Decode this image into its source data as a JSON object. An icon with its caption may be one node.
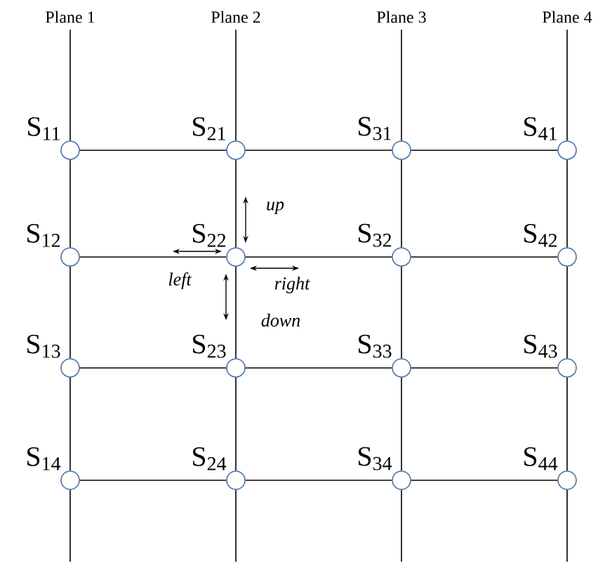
{
  "diagram": {
    "nodes": [
      {
        "text": [
          "Plane 1"
        ]
      },
      {
        "text": [
          "Plane 2"
        ]
      },
      {
        "text": [
          "Plane 3"
        ]
      },
      {
        "text": [
          "Plane 4"
        ]
      },
      {
        "text": [],
        "shape": "circle",
        "beside": [
          "S$_{11}$"
        ]
      },
      {
        "text": [],
        "shape": "circle",
        "beside": [
          "S$_{21}$"
        ]
      },
      {
        "text": [],
        "shape": "circle",
        "beside": [
          "S$_{31}$"
        ]
      },
      {
        "text": [],
        "shape": "circle",
        "beside": [
          "S$_{41}$"
        ]
      },
      {
        "text": [],
        "shape": "circle",
        "beside": [
          "S$_{12}$"
        ]
      },
      {
        "text": [],
        "shape": "circle",
        "beside": [
          "S$_{22}$"
        ]
      },
      {
        "text": [],
        "shape": "circle",
        "beside": [
          "S$_{32}$"
        ]
      },
      {
        "text": [],
        "shape": "circle",
        "beside": [
          "S$_{42}$"
        ]
      },
      {
        "text": [],
        "shape": "circle",
        "beside": [
          "S$_{13}$"
        ]
      },
      {
        "text": [],
        "shape": "circle",
        "beside": [
          "S$_{23}$"
        ]
      },
      {
        "text": [],
        "shape": "circle",
        "beside": [
          "S$_{33}$"
        ]
      },
      {
        "text": [],
        "shape": "circle",
        "beside": [
          "S$_{43}$"
        ]
      },
      {
        "text": [],
        "shape": "circle",
        "beside": [
          "S$_{14}$"
        ]
      },
      {
        "text": [],
        "shape": "circle",
        "beside": [
          "S$_{24}$"
        ]
      },
      {
        "text": [],
        "shape": "circle",
        "beside": [
          "S$_{34}$"
        ]
      },
      {
        "text": [],
        "shape": "circle",
        "beside": [
          "S$_{44}$"
        ]
      }
    ],
    "edges": [
      {
        "from": 0,
        "to": 4,
        "arrow": "none"
      },
      {
        "from": 1,
        "to": 5,
        "arrow": "none"
      },
      {
        "from": 2,
        "to": 6,
        "arrow": "none"
      },
      {
        "from": 3,
        "to": 7,
        "arrow": "none"
      },
      {
        "from": 4,
        "to": 5,
        "arrow": "none"
      },
      {
        "from": 5,
        "to": 6,
        "arrow": "none"
      },
      {
        "from": 6,
        "to": 7,
        "arrow": "none"
      },
      {
        "from": 4,
        "to": 8,
        "arrow": "none"
      },
      {
        "from": 5,
        "to": 9,
        "arrow": "none"
      },
      {
        "from": 6,
        "to": 10,
        "arrow": "none"
      },
      {
        "from": 7,
        "to": 11,
        "arrow": "none"
      },
      {
        "from": 8,
        "to": 9,
        "arrow": "none"
      },
      {
        "from": 9,
        "to": 10,
        "arrow": "none"
      },
      {
        "from": 10,
        "to": 11,
        "arrow": "none"
      },
      {
        "from": 8,
        "to": 12,
        "arrow": "none"
      },
      {
        "from": 9,
        "to": 13,
        "arrow": "none"
      },
      {
        "from": 10,
        "to": 14,
        "arrow": "none"
      },
      {
        "from": 11,
        "to": 15,
        "arrow": "none"
      },
      {
        "from": 12,
        "to": 13,
        "arrow": "none"
      },
      {
        "from": 13,
        "to": 14,
        "arrow": "none"
      },
      {
        "from": 14,
        "to": 15,
        "arrow": "none"
      },
      {
        "from": 12,
        "to": 16,
        "arrow": "none"
      },
      {
        "from": 13,
        "to": 17,
        "arrow": "none"
      },
      {
        "from": 14,
        "to": 18,
        "arrow": "none"
      },
      {
        "from": 15,
        "to": 19,
        "arrow": "none"
      },
      {
        "from": 16,
        "to": 17,
        "arrow": "none"
      },
      {
        "from": 17,
        "to": 18,
        "arrow": "none"
      },
      {
        "from": 18,
        "to": 19,
        "arrow": "none"
      },
      {
        "from": 16,
        "to": null,
        "arrow": "none"
      },
      {
        "from": 17,
        "to": null,
        "arrow": "none"
      },
      {
        "from": 18,
        "to": null,
        "arrow": "none"
      },
      {
        "from": 19,
        "to": null,
        "arrow": "none"
      }
    ],
    "labels": [
      "up",
      "left",
      "right",
      "down"
    ]
  }
}
